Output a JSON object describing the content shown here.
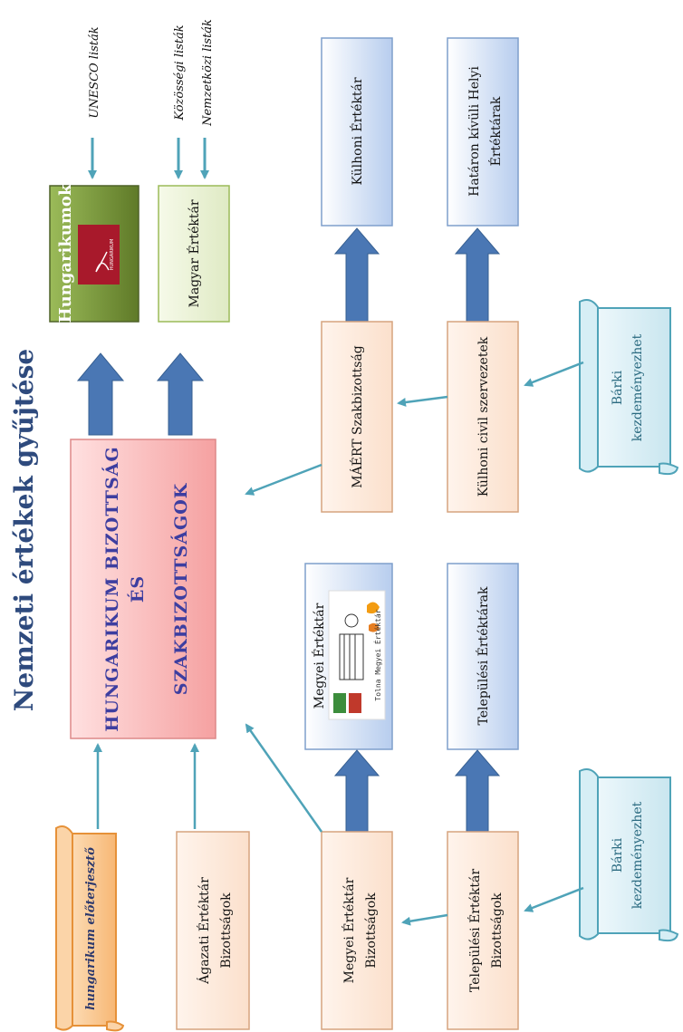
{
  "title": "Nemzeti értékek gyűjtése",
  "sources": {
    "unesco": "UNESCO listák",
    "kozossegi": "Közösségi listák",
    "nemzetkozi": "Nemzetközi listák"
  },
  "boxes": {
    "hungarikumok": "Hungarikumok",
    "hungarikum_logo": "HUNGARIKUM",
    "magyar_ertektar": "Magyar Értéktár",
    "kulhoni_ertektar": "Külhoni Értéktár",
    "hataron_kivuli_1": "Határon kívüli Helyi",
    "hataron_kivuli_2": "Értéktárak",
    "hb_line1": "HUNGARIKUM BIZOTTSÁG",
    "hb_line2": "ÉS",
    "hb_line3": "SZAKBIZOTTSÁGOK",
    "maert": "MÁÉRT Szakbizottság",
    "kulhoni_civil": "Külhoni civil szervezetek",
    "megyei_ertektar": "Megyei Értéktár",
    "tolna_logo": "Tolna Megyei Értéktár",
    "telepulesi_ertektarak": "Települési Értéktárak",
    "agazati_1": "Ágazati Értéktár",
    "agazati_2": "Bizottságok",
    "megyei_biz_1": "Megyei Értéktár",
    "megyei_biz_2": "Bizottságok",
    "telepulesi_biz_1": "Települési Értéktár",
    "telepulesi_biz_2": "Bizottságok"
  },
  "scrolls": {
    "eloterjeszto": "hungarikum előterjesztő",
    "barki_top_1": "Bárki",
    "barki_top_2": "kezdeményezhet",
    "barki_bottom_1": "Bárki",
    "barki_bottom_2": "kezdeményezhet"
  },
  "colors": {
    "title": "#2e4a7d",
    "arrow_thin": "#4fa3b8",
    "arrow_thick": "#4a77b4",
    "box_peach": "#fde9d9",
    "box_blue": "#c6d9f1",
    "box_green": "#77933c",
    "box_lightgreen": "#ebf1de",
    "box_pink": "#f4a6a6",
    "scroll_blue": "#d6eef5",
    "scroll_orange": "#fbd4a8"
  }
}
